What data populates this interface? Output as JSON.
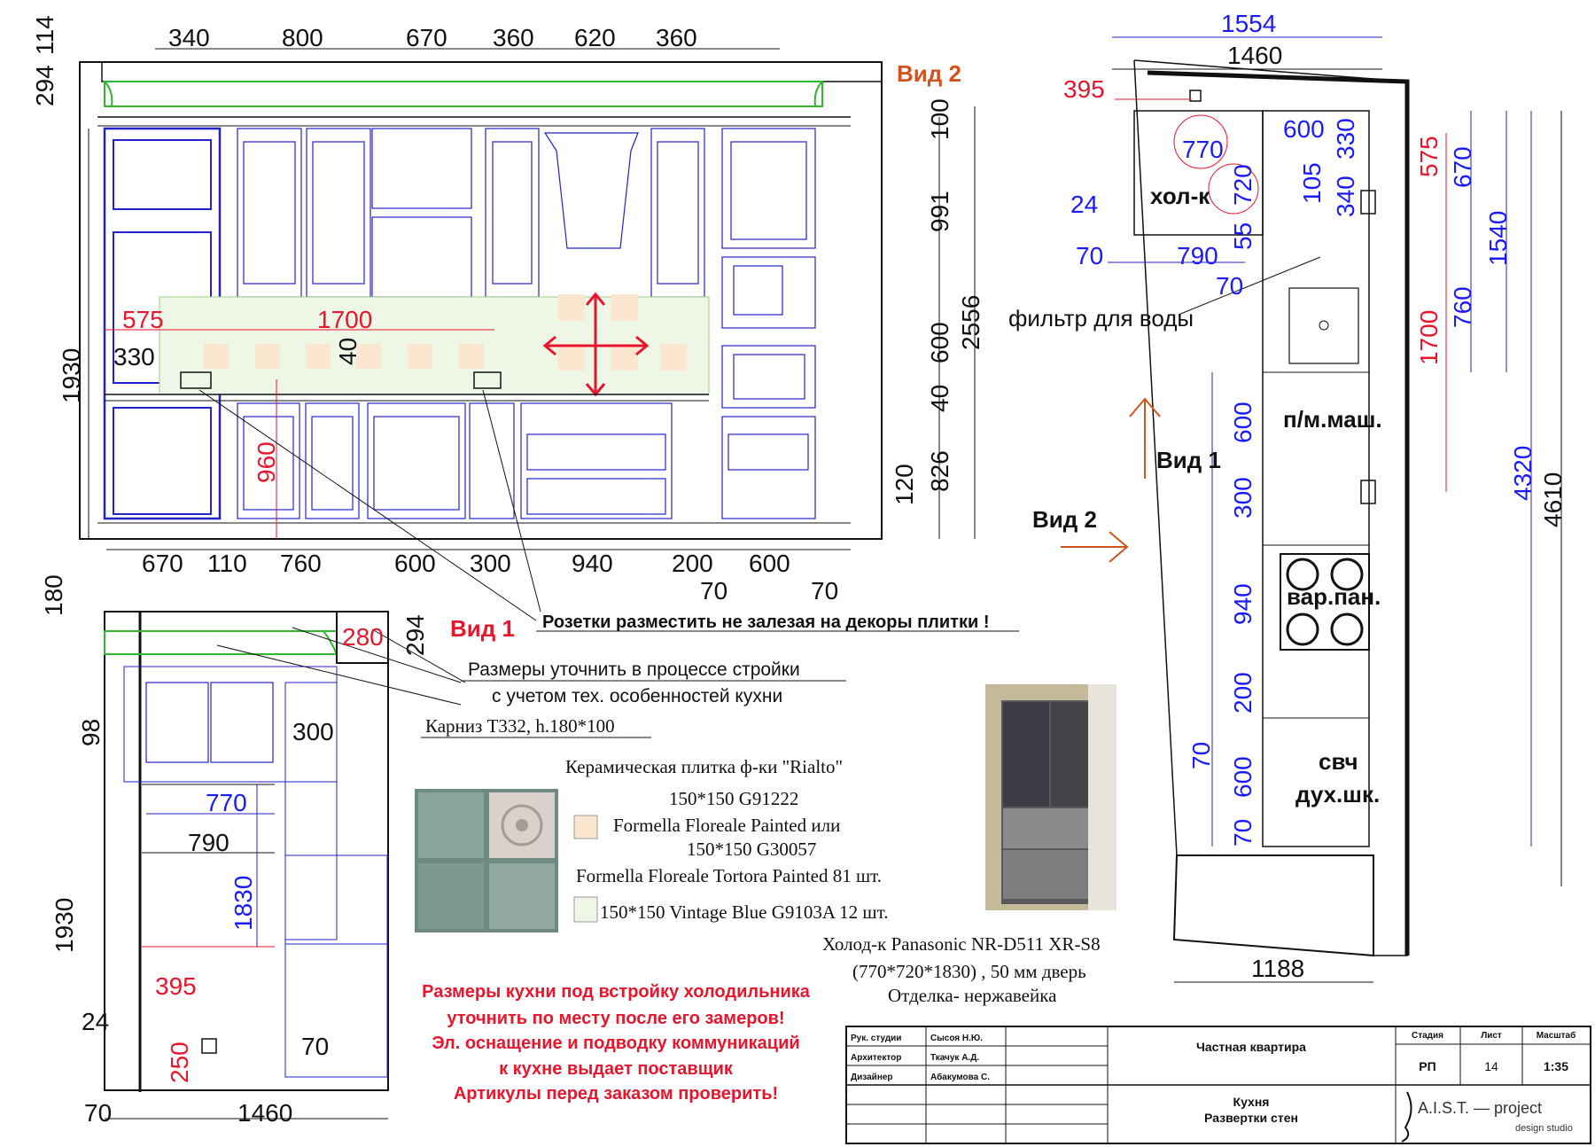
{
  "view_labels": {
    "view1": "Вид 1",
    "view2": "Вид 2"
  },
  "elevation1": {
    "top_dims": [
      "340",
      "800",
      "670",
      "360",
      "620",
      "360"
    ],
    "bottom_dims": [
      "670",
      "110",
      "760",
      "600",
      "300",
      "940",
      "200",
      "600"
    ],
    "sub_dims": [
      "70",
      "70"
    ],
    "right_dims": [
      "100",
      "991",
      "600",
      "40",
      "826",
      "120"
    ],
    "total_height": "2556",
    "left_dims": [
      "114",
      "294",
      "1930",
      "330"
    ],
    "socket_dims": [
      "575",
      "1700",
      "960",
      "40"
    ]
  },
  "plan": {
    "top_dims": [
      "1554",
      "1460"
    ],
    "red_dims": [
      "395",
      "575",
      "1700"
    ],
    "blue_dims": [
      "770",
      "720",
      "24",
      "70",
      "790",
      "70",
      "55",
      "105",
      "600",
      "330",
      "340",
      "670",
      "1540",
      "760",
      "600",
      "300",
      "940",
      "200",
      "70",
      "600",
      "70",
      "4320"
    ],
    "black_dims": [
      "1188",
      "4610"
    ],
    "labels": {
      "fridge": "хол-к",
      "water_filter": "фильтр для воды",
      "dishwasher": "п/м.маш.",
      "hob": "вар.пан.",
      "mw": "свч",
      "oven": "дух.шк."
    }
  },
  "elevation2": {
    "dims_black": [
      "180",
      "98",
      "1930",
      "24",
      "70",
      "1460",
      "790",
      "300",
      "70"
    ],
    "dims_red": [
      "280",
      "294",
      "395",
      "250"
    ],
    "dims_blue": [
      "770",
      "1830"
    ]
  },
  "notes": {
    "sockets": "Розетки разместить не залезая на декоры плитки !",
    "clarify1": "Размеры уточнить в процессе стройки",
    "clarify2": "с учетом тех. особенностей кухни",
    "cornice": "Карниз Т332, h.180*100",
    "tile1": "Керамическая плитка ф-ки \"Rialto\"",
    "tile2": "150*150  G91222",
    "tile3": "Formella Floreale Painted  или",
    "tile4": "150*150  G30057",
    "tile5": "Formella Floreale Tortora Painted    81  шт.",
    "tile6": "150*150 Vintage Blue G9103A    12  шт.",
    "fridge1": "Холод-к Panasonic NR-D511 XR-S8",
    "fridge2": "(770*720*1830) , 50 мм дверь",
    "fridge3": "Отделка- нержавейка",
    "warn": [
      "Размеры кухни под встройку холодильника",
      "уточнить по месту после его замеров!",
      "Эл. оснащение и подводку коммуникаций",
      "к кухне выдает поставщик",
      "Артикулы перед заказом проверить!"
    ]
  },
  "title_block": {
    "rows": [
      [
        "Рук. студии",
        "Сысоя Н.Ю."
      ],
      [
        "Архитектор",
        "Ткачук А.Д."
      ],
      [
        "Дизайнер",
        "Абакумова С."
      ]
    ],
    "project": "Частная квартира",
    "sheet_title_1": "Кухня",
    "sheet_title_2": "Развертки стен",
    "headers": [
      "Стадия",
      "Лист",
      "Масштаб"
    ],
    "values": [
      "РП",
      "14",
      "1:35"
    ],
    "studio": "A.I.S.T. — project",
    "studio_sub": "design studio"
  }
}
